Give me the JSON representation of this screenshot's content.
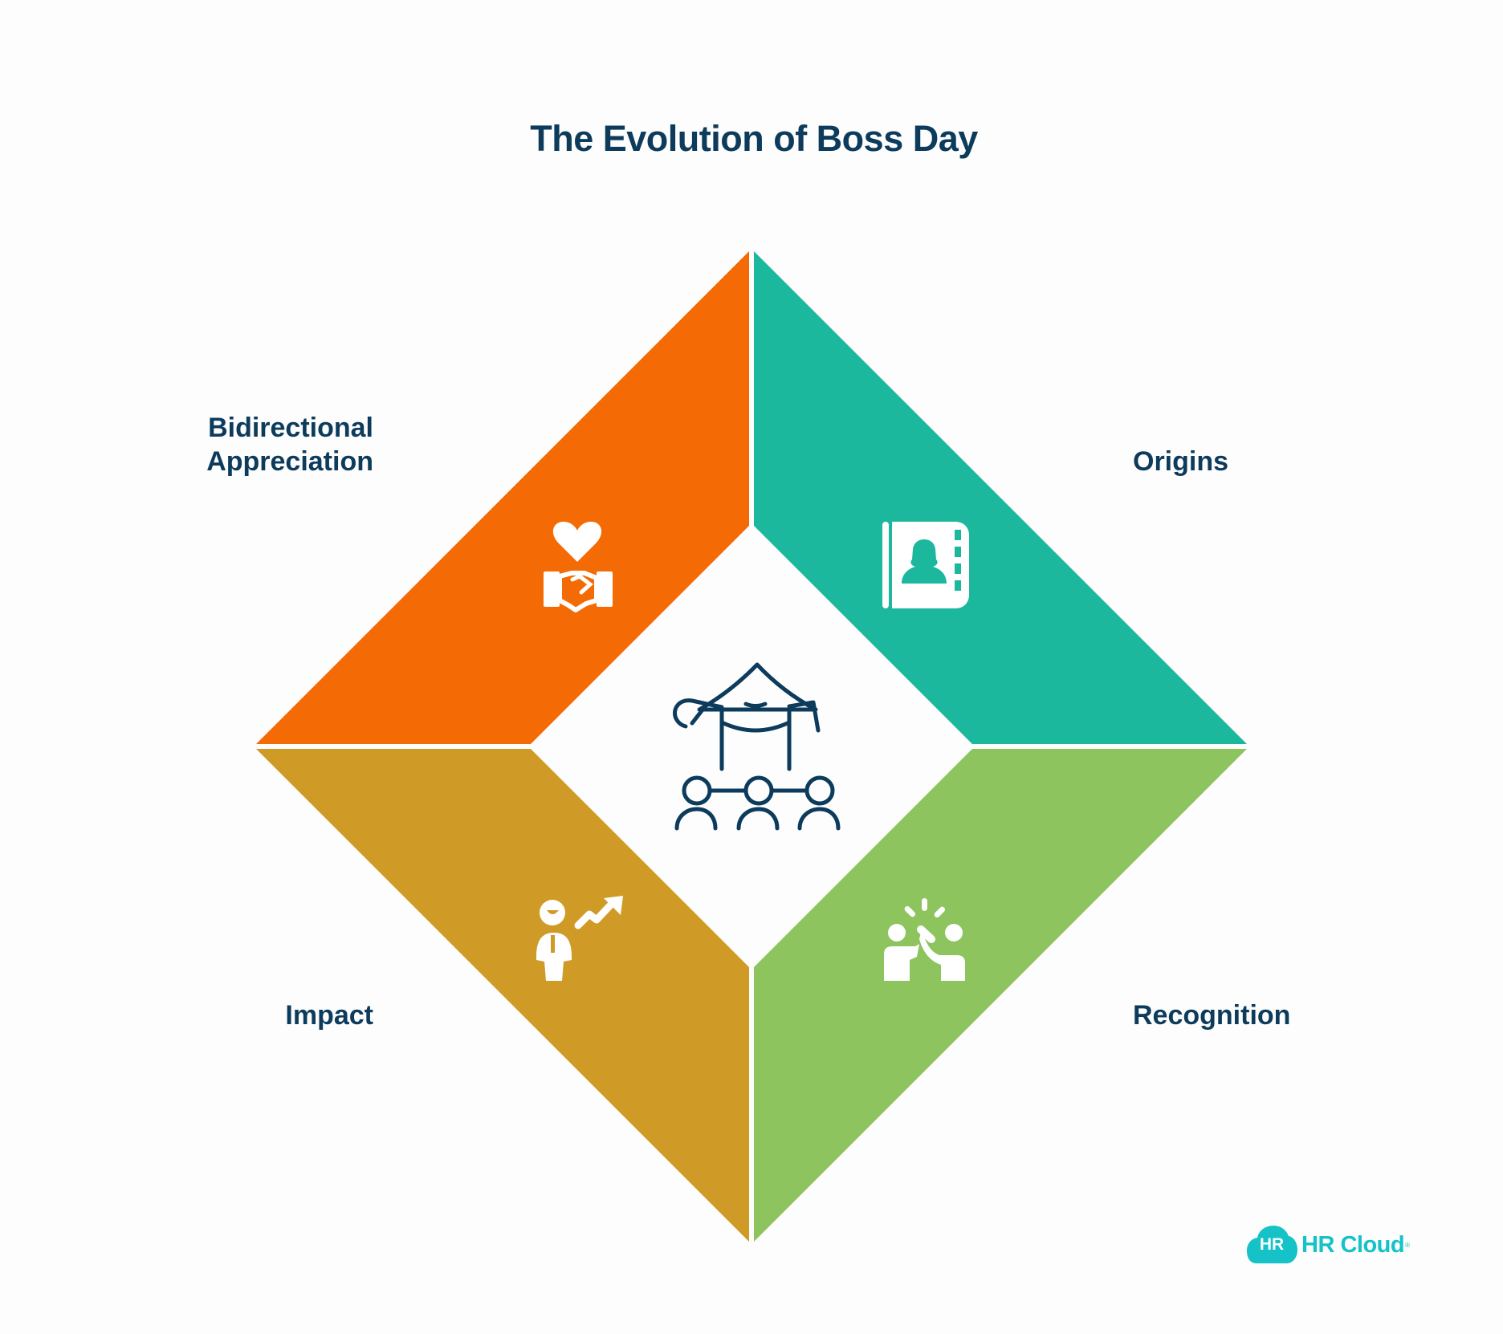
{
  "title": "The Evolution of Boss Day",
  "colors": {
    "background": "#fdfdfd",
    "text": "#0d3b5c",
    "quadrant_top_left": "#f46b05",
    "quadrant_top_right": "#1cb89e",
    "quadrant_bottom_left": "#d09a27",
    "quadrant_bottom_right": "#8dc45e",
    "center_icon": "#0d3b5c",
    "brand": "#14c2c7"
  },
  "quadrants": [
    {
      "position": "top-left",
      "label_line1": "Bidirectional",
      "label_line2": "Appreciation",
      "icon": "heart-handshake-icon"
    },
    {
      "position": "top-right",
      "label": "Origins",
      "icon": "address-book-icon"
    },
    {
      "position": "bottom-left",
      "label": "Impact",
      "icon": "person-growth-icon"
    },
    {
      "position": "bottom-right",
      "label": "Recognition",
      "icon": "high-five-icon"
    }
  ],
  "center": {
    "icon": "leader-with-team-icon"
  },
  "logo": {
    "badge": "HR",
    "name": "HR Cloud",
    "registered": "®"
  }
}
